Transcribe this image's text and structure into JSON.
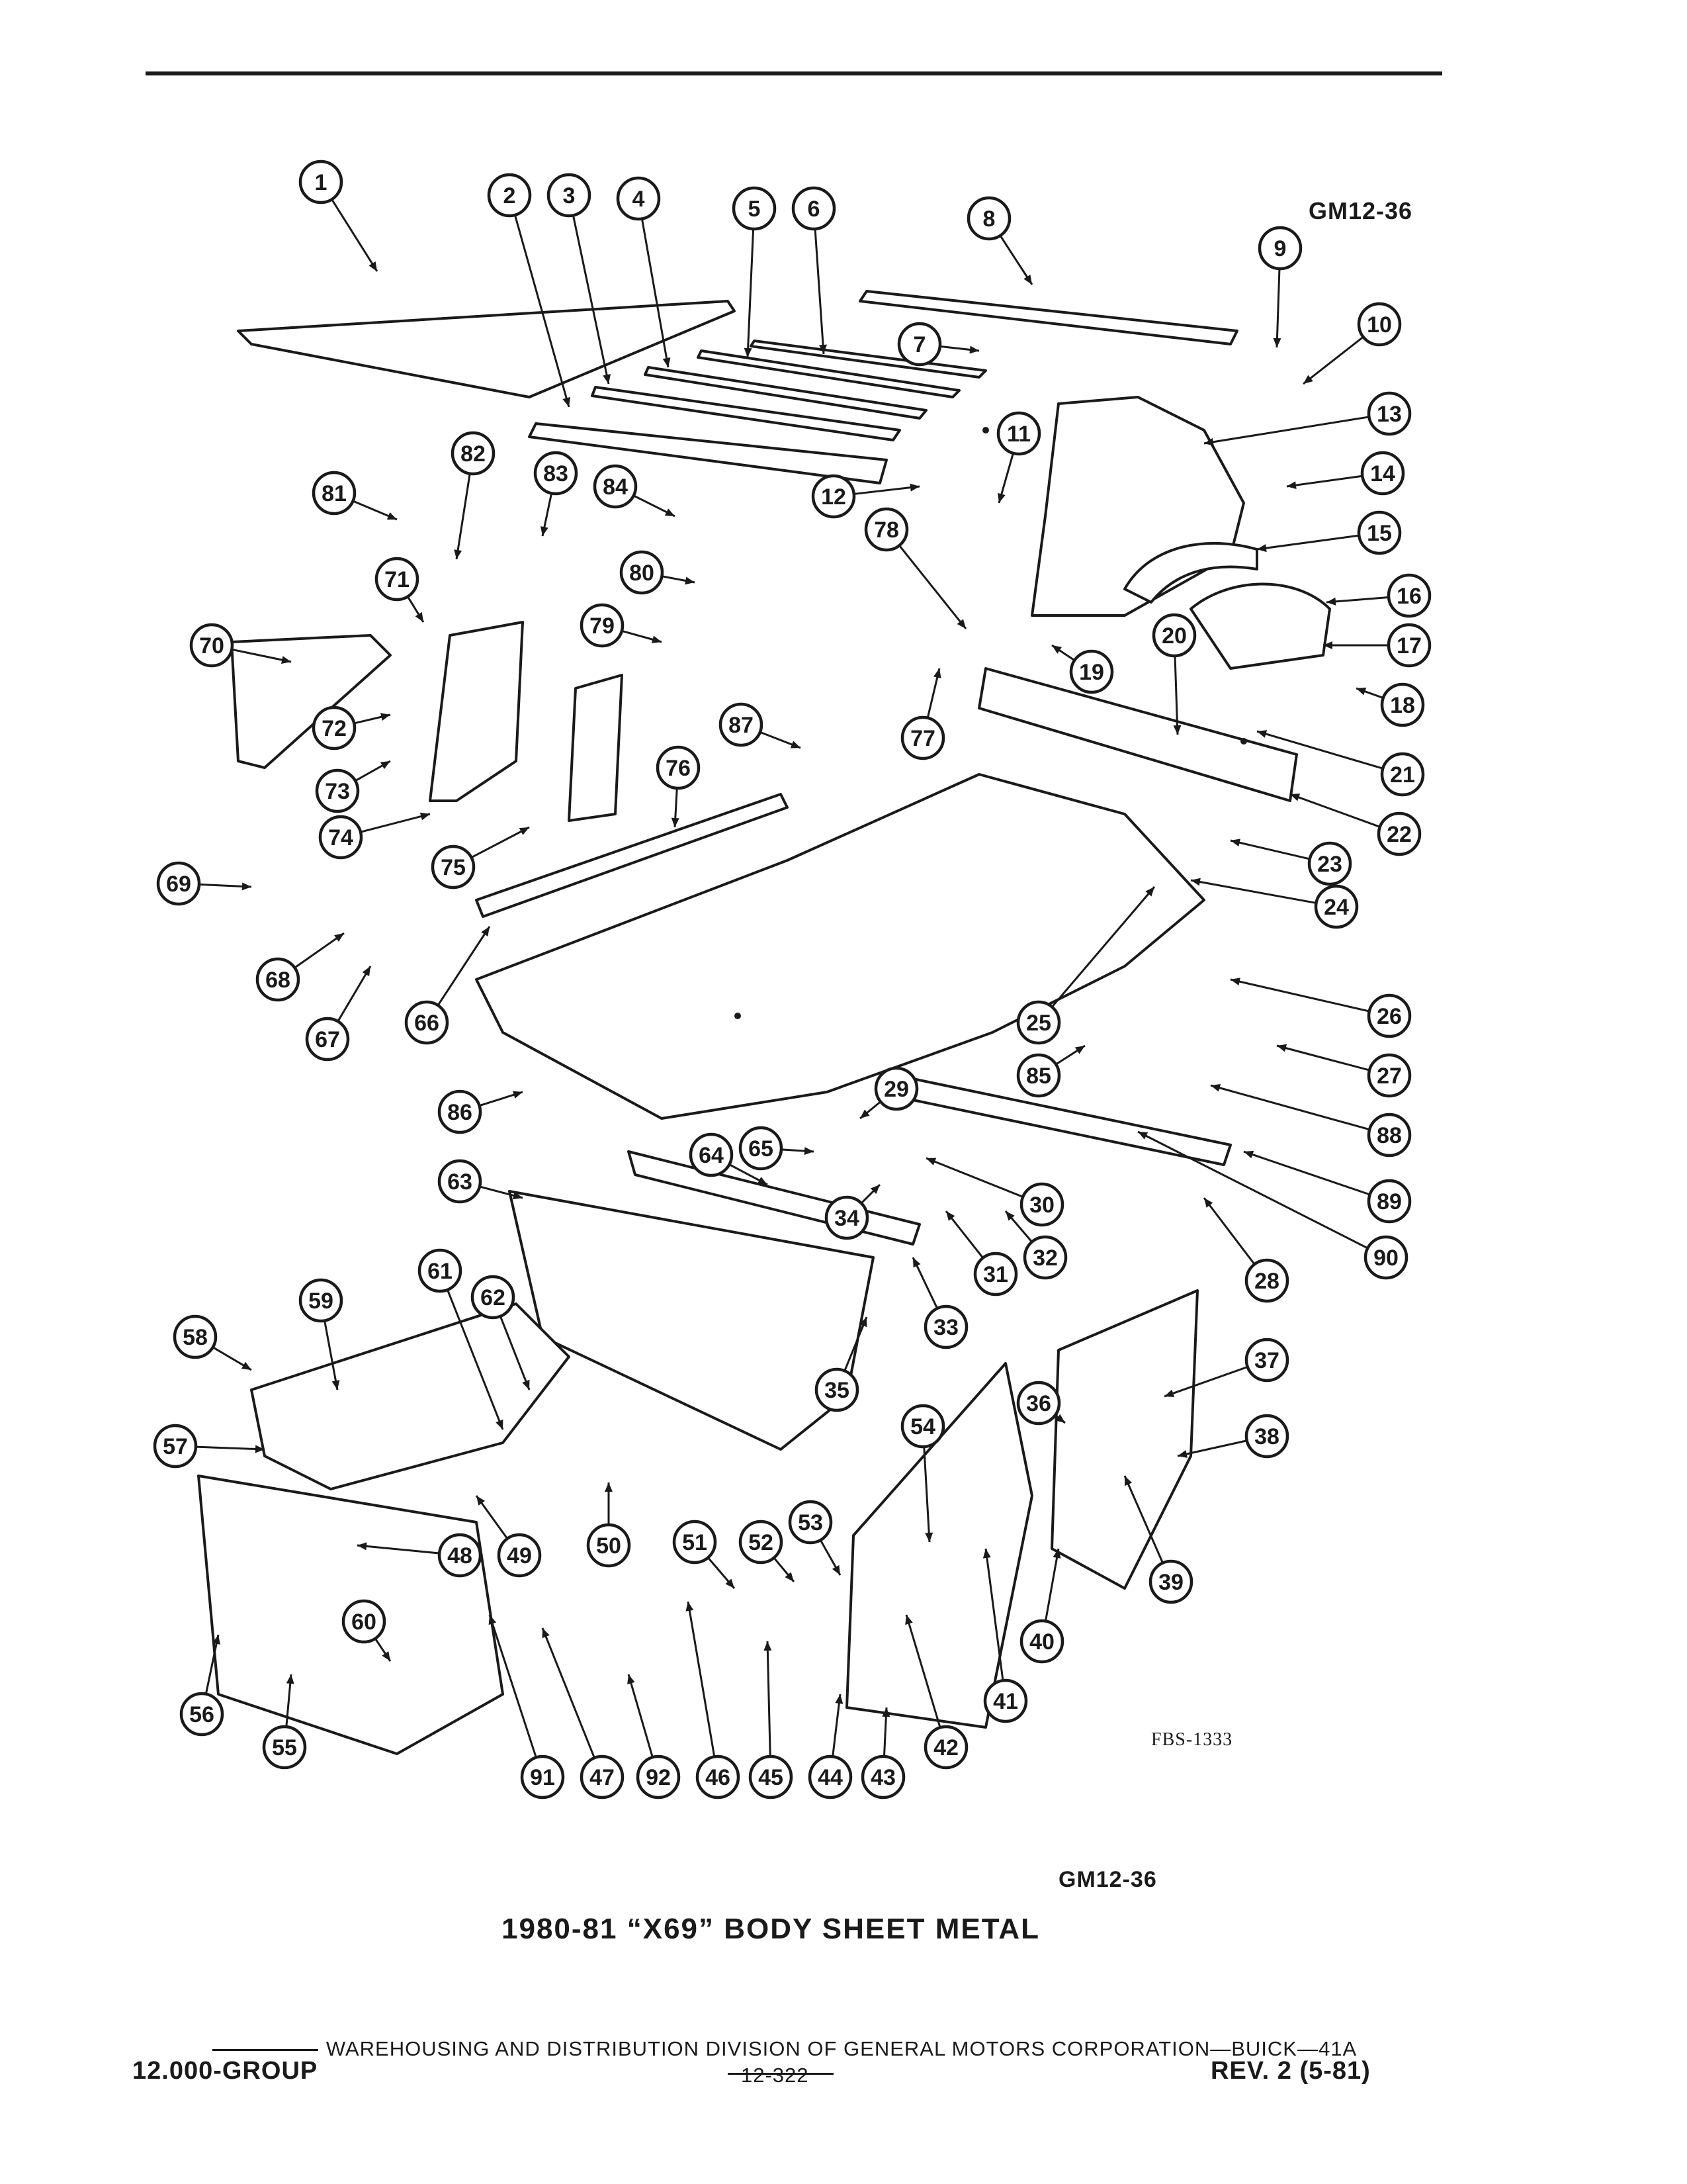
{
  "header": {
    "figure_ref_top": "GM12-36"
  },
  "diagram": {
    "figure_code": "FBS-1333",
    "figure_ref_bottom": "GM12-36",
    "title": "1980-81 “X69” BODY SHEET METAL",
    "callouts": [
      "1",
      "2",
      "3",
      "4",
      "5",
      "6",
      "7",
      "8",
      "9",
      "10",
      "11",
      "12",
      "13",
      "14",
      "15",
      "16",
      "17",
      "18",
      "19",
      "20",
      "21",
      "22",
      "23",
      "24",
      "25",
      "26",
      "27",
      "28",
      "29",
      "30",
      "31",
      "32",
      "33",
      "34",
      "35",
      "36",
      "37",
      "38",
      "39",
      "40",
      "41",
      "42",
      "43",
      "44",
      "45",
      "46",
      "47",
      "48",
      "49",
      "50",
      "51",
      "52",
      "53",
      "54",
      "55",
      "56",
      "57",
      "58",
      "59",
      "60",
      "61",
      "62",
      "63",
      "64",
      "65",
      "66",
      "67",
      "68",
      "69",
      "70",
      "71",
      "72",
      "73",
      "74",
      "75",
      "76",
      "77",
      "78",
      "79",
      "80",
      "81",
      "82",
      "83",
      "84",
      "85",
      "86",
      "87",
      "88",
      "89",
      "90",
      "91",
      "92"
    ]
  },
  "footer": {
    "publisher_line": "WAREHOUSING AND DISTRIBUTION  DIVISION OF GENERAL MOTORS CORPORATION—BUICK—41A",
    "group": "12.000-GROUP",
    "page": "12-322",
    "revision": "REV. 2 (5-81)"
  }
}
